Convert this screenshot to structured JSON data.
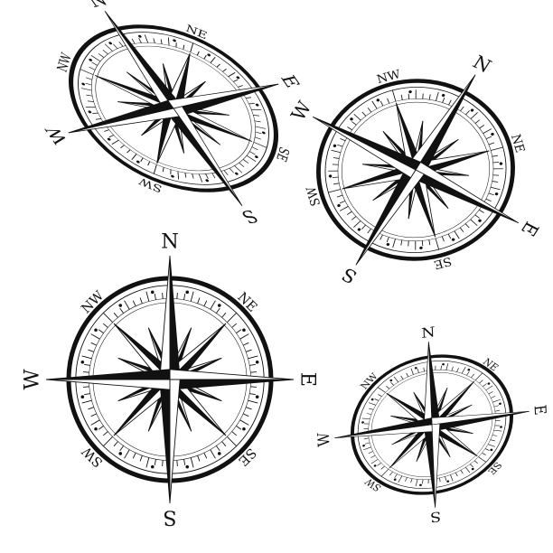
{
  "colors": {
    "ink": "#111111",
    "paper": "#ffffff"
  },
  "compasses": [
    {
      "name": "compass-rose-tilted-left",
      "labels": {
        "N": "N",
        "NE": "NE",
        "E": "E",
        "SE": "SE",
        "S": "S",
        "SW": "SW",
        "W": "W",
        "NW": "NW"
      }
    },
    {
      "name": "compass-rose-rotated",
      "labels": {
        "N": "N",
        "NE": "NE",
        "E": "E",
        "SE": "SE",
        "S": "S",
        "SW": "SW",
        "W": "W",
        "NW": "NW"
      }
    },
    {
      "name": "compass-rose-upright",
      "labels": {
        "N": "N",
        "NE": "NE",
        "E": "E",
        "SE": "SE",
        "S": "S",
        "SW": "SW",
        "W": "W",
        "NW": "NW"
      }
    },
    {
      "name": "compass-rose-flattened",
      "labels": {
        "N": "N",
        "NE": "NE",
        "E": "E",
        "SE": "SE",
        "S": "S",
        "SW": "SW",
        "W": "W",
        "NW": "NW"
      }
    }
  ]
}
